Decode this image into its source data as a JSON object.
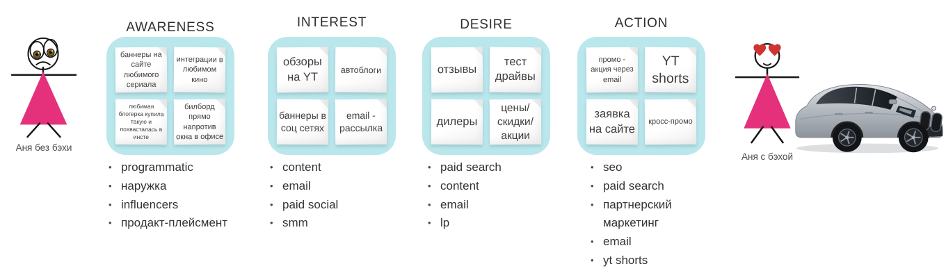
{
  "colors": {
    "panel": "#b9e7ec",
    "pink": "#e5317c",
    "heart": "#cf3430",
    "ink": "#333333",
    "note-ink": "#3e3e3e",
    "title": "#2d2d2d",
    "label": "#4a4a4a"
  },
  "personas": {
    "left": {
      "label": "Аня без бэхи",
      "image": "sad-stick-girl"
    },
    "right": {
      "label": "Аня с бэхой",
      "image": "heart-eyes-stick-girl"
    }
  },
  "car_image": "silver-bmw-crossover",
  "stages": [
    {
      "title": "AWARENESS",
      "notes": [
        "баннеры на сайте любимого сериала",
        "интеграции в любимом кино",
        "любимая блогерка купила такую и похвасталась в инсте",
        "билборд прямо напротив окна в офисе"
      ],
      "bullets": [
        "programmatic",
        "наружка",
        "influencers",
        "продакт-плейсмент"
      ]
    },
    {
      "title": "INTEREST",
      "notes": [
        "обзоры на YT",
        "автоблоги",
        "баннеры в соц сетях",
        "email - рассылка"
      ],
      "bullets": [
        "content",
        "email",
        "paid social",
        "smm"
      ]
    },
    {
      "title": "DESIRE",
      "notes": [
        "отзывы",
        "тест драйвы",
        "дилеры",
        "цены/ скидки/ акции"
      ],
      "bullets": [
        "paid search",
        "content",
        "email",
        "lp"
      ]
    },
    {
      "title": "ACTION",
      "notes": [
        "промо - акция через email",
        "YT shorts",
        "заявка на сайте",
        "кросс-промо"
      ],
      "bullets": [
        "seo",
        "paid search",
        "партнерский маркетинг",
        "email",
        "yt shorts"
      ]
    }
  ]
}
